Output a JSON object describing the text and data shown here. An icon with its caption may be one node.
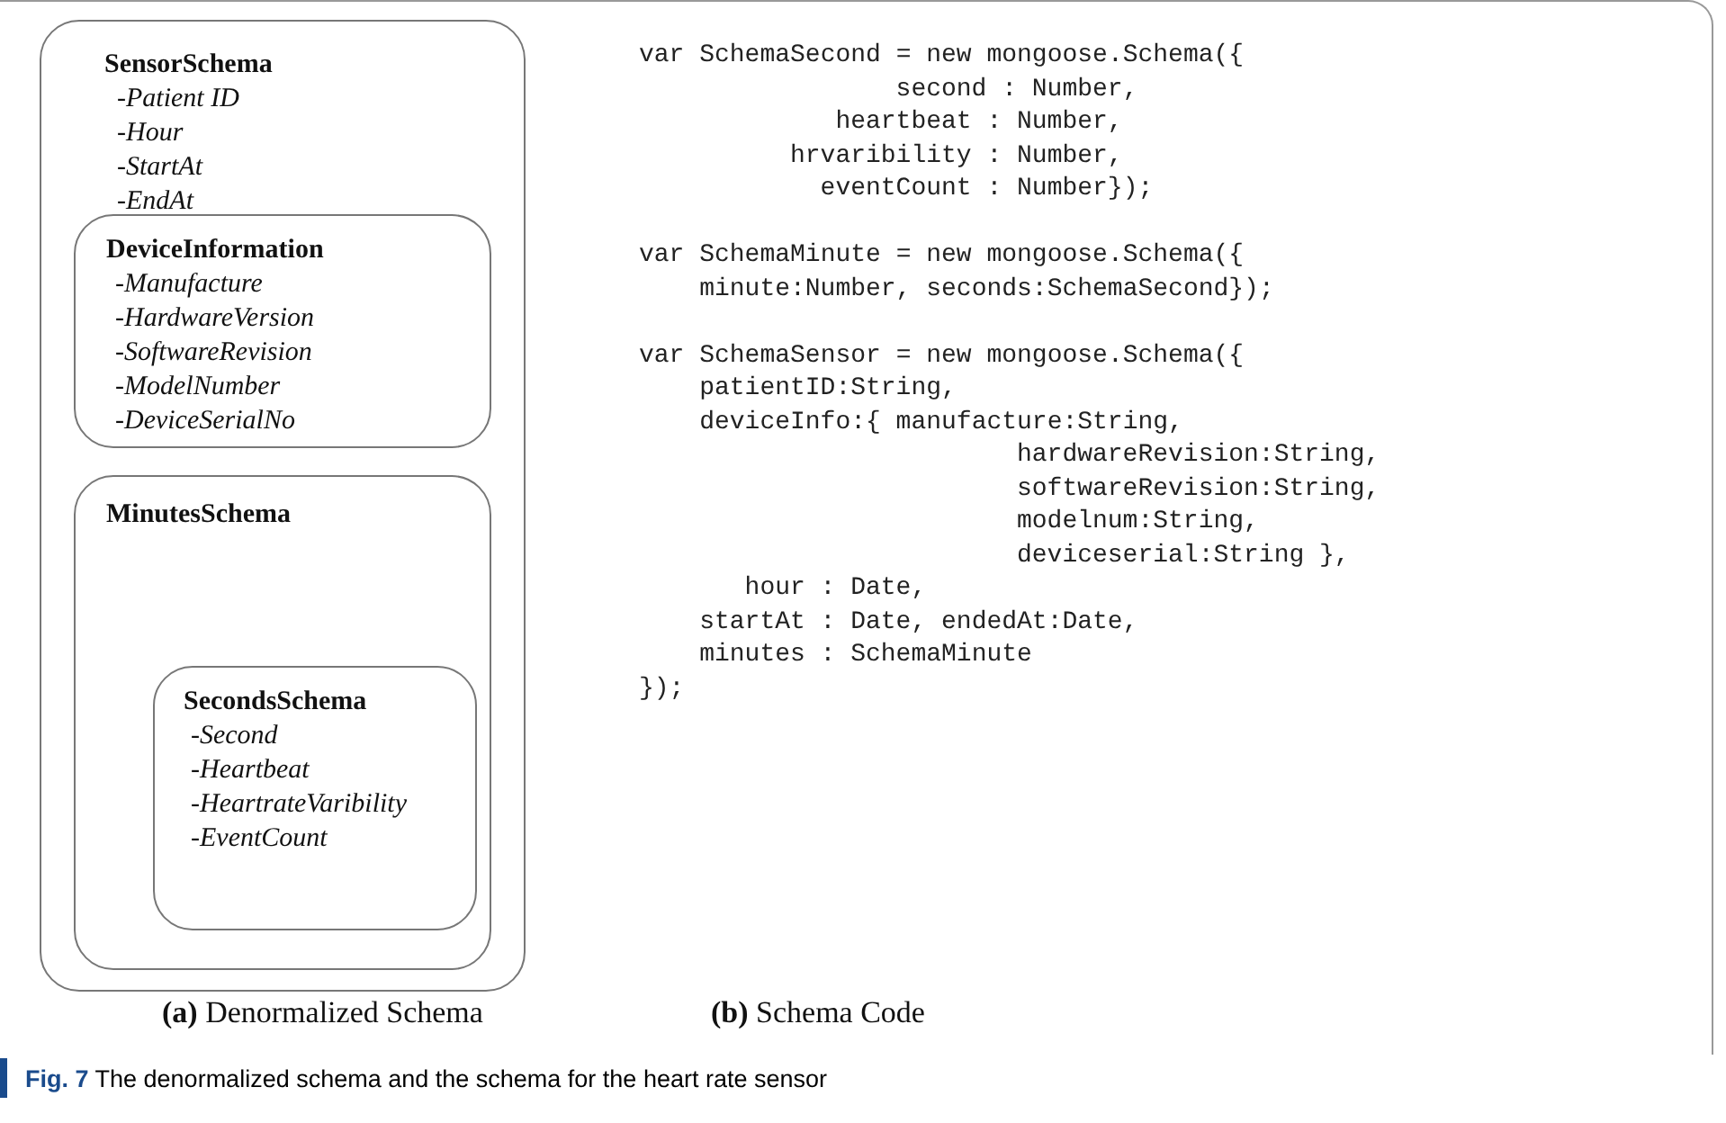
{
  "diagram": {
    "caption": "**Fig. 7** The denormalized schema and the schema for the heart rate sensor",
    "nodes": [
      {
        "text": [
          "SensorSchema",
          "-Patient ID",
          "-Hour",
          "-StartAt",
          "-EndAt"
        ]
      },
      {
        "text": [
          "DeviceInformation",
          "-Manufacture",
          "-HardwareVersion",
          "-SoftwareRevision",
          "-ModelNumber",
          "-DeviceSerialNo"
        ],
        "in": 0
      },
      {
        "text": [
          "MinutesSchema"
        ],
        "in": 0
      },
      {
        "text": [
          "SecondsSchema",
          "-Second",
          "-Heartbeat",
          "-HeartrateVaribility",
          "-EventCount"
        ],
        "in": 2
      }
    ],
    "edges": [],
    "labels": [
      "var SchemaSecond = new mongoose.Schema({",
      "second : Number,",
      "heartbeat : Number,",
      "hrvaribility : Number,",
      "eventCount : Number});",
      "var SchemaMinute = new mongoose.Schema({",
      "minute:Number, seconds:SchemaSecond});",
      "var SchemaSensor = new mongoose.Schema({",
      "patientID:String,",
      "deviceInfo:{ manufacture:String,",
      "hardwareRevision:String,",
      "softwareRevision:String,",
      "modelnum:String,",
      "deviceserial:String },",
      "hour : Date,",
      "startAt : Date, endedAt:Date,",
      "minutes : SchemaMinute",
      "});",
      "**(a)** Denormalized Schema",
      "**(b)** Schema Code"
    ]
  }
}
